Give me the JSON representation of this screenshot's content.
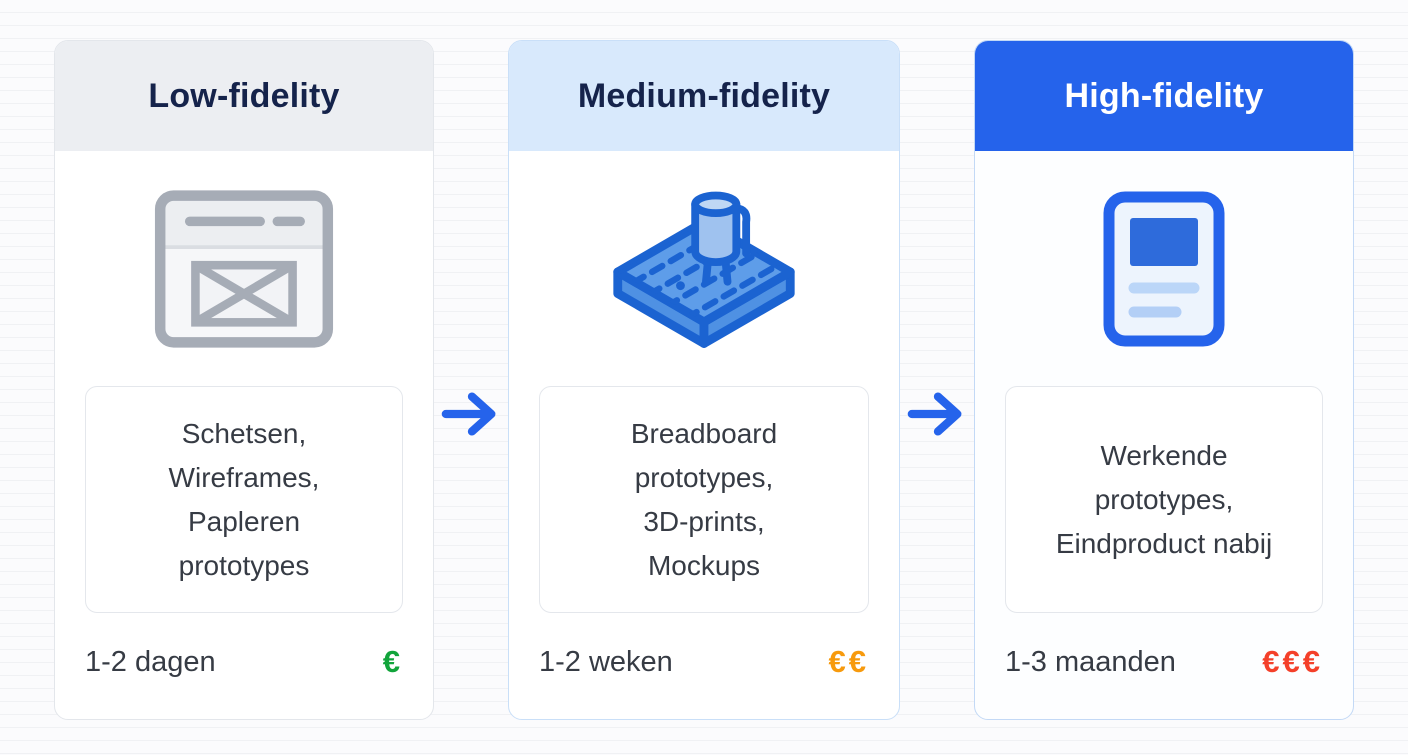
{
  "diagram": {
    "type": "prototype-fidelity-comparison",
    "arrow_color": "#2563EB",
    "background": "#FBFBFD"
  },
  "cards": [
    {
      "title": "Low-fidelity",
      "icon": "wireframe-browser-icon",
      "lines": [
        "Schetsen,",
        "Wireframes,",
        "Papleren",
        "prototypes"
      ],
      "duration": "1-2 dagen",
      "cost": "€",
      "cost_color": "#12A43B",
      "header_bg": "#ECEEF2",
      "title_color": "#15234B",
      "border_color": "#E3E6EB"
    },
    {
      "title": "Medium-fidelity",
      "icon": "breadboard-icon",
      "lines": [
        "Breadboard",
        "prototypes,",
        "3D-prints,",
        "Mockups"
      ],
      "duration": "1-2 weken",
      "cost": "€€",
      "cost_color": "#F79A0D",
      "header_bg": "#D8E9FC",
      "title_color": "#15234B",
      "border_color": "#C9DFF8"
    },
    {
      "title": "High-fidelity",
      "icon": "hifi-screen-icon",
      "lines": [
        "Werkende",
        "prototypes,",
        "Eindproduct nabij"
      ],
      "duration": "1-3 maanden",
      "cost": "€€€",
      "cost_color": "#F4402A",
      "header_bg": "#2563EB",
      "title_color": "#FFFFFF",
      "border_color": "#C3D9F6"
    }
  ]
}
